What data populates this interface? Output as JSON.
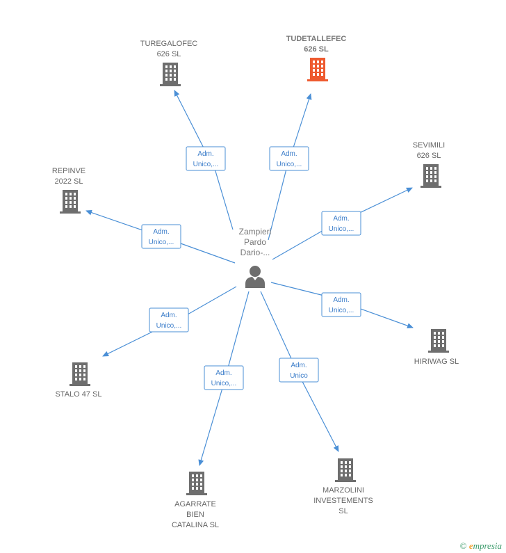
{
  "center": {
    "label_lines": [
      "Zampieri",
      "Pardo",
      "Dario-..."
    ],
    "icon": "person-icon"
  },
  "companies": [
    {
      "id": "turegalofec",
      "label_lines": [
        "TUREGALOFEC",
        "626  SL"
      ],
      "focus": false,
      "icon": "building-icon"
    },
    {
      "id": "tudetallefec",
      "label_lines": [
        "TUDETALLEFEC",
        "626  SL"
      ],
      "focus": true,
      "icon": "building-icon"
    },
    {
      "id": "sevimili",
      "label_lines": [
        "SEVIMILI",
        "626  SL"
      ],
      "focus": false,
      "icon": "building-icon"
    },
    {
      "id": "repinve",
      "label_lines": [
        "REPINVE",
        "2022  SL"
      ],
      "focus": false,
      "icon": "building-icon"
    },
    {
      "id": "hiriwag",
      "label_lines": [
        "HIRIWAG  SL"
      ],
      "focus": false,
      "icon": "building-icon"
    },
    {
      "id": "stalo47",
      "label_lines": [
        "STALO 47  SL"
      ],
      "focus": false,
      "icon": "building-icon"
    },
    {
      "id": "agarrate",
      "label_lines": [
        "AGARRATE",
        "BIEN",
        "CATALINA  SL"
      ],
      "focus": false,
      "icon": "building-icon"
    },
    {
      "id": "marzolini",
      "label_lines": [
        "MARZOLINI",
        "INVESTEMENTS",
        "SL"
      ],
      "focus": false,
      "icon": "building-icon"
    }
  ],
  "edges": [
    {
      "to": "turegalofec",
      "label_lines": [
        "Adm.",
        "Unico,..."
      ]
    },
    {
      "to": "tudetallefec",
      "label_lines": [
        "Adm.",
        "Unico,..."
      ]
    },
    {
      "to": "sevimili",
      "label_lines": [
        "Adm.",
        "Unico,..."
      ]
    },
    {
      "to": "repinve",
      "label_lines": [
        "Adm.",
        "Unico,..."
      ]
    },
    {
      "to": "hiriwag",
      "label_lines": [
        "Adm.",
        "Unico,..."
      ]
    },
    {
      "to": "stalo47",
      "label_lines": [
        "Adm.",
        "Unico,..."
      ]
    },
    {
      "to": "agarrate",
      "label_lines": [
        "Adm.",
        "Unico,..."
      ]
    },
    {
      "to": "marzolini",
      "label_lines": [
        "Adm.",
        "Unico"
      ]
    }
  ],
  "colors": {
    "edge": "#4a8fd6",
    "building": "#6e6e6e",
    "building_focus": "#ee5a2f",
    "person": "#6e6e6e"
  },
  "copyright": {
    "symbol": "©",
    "brand_first": "e",
    "brand_rest": "mpresia"
  }
}
